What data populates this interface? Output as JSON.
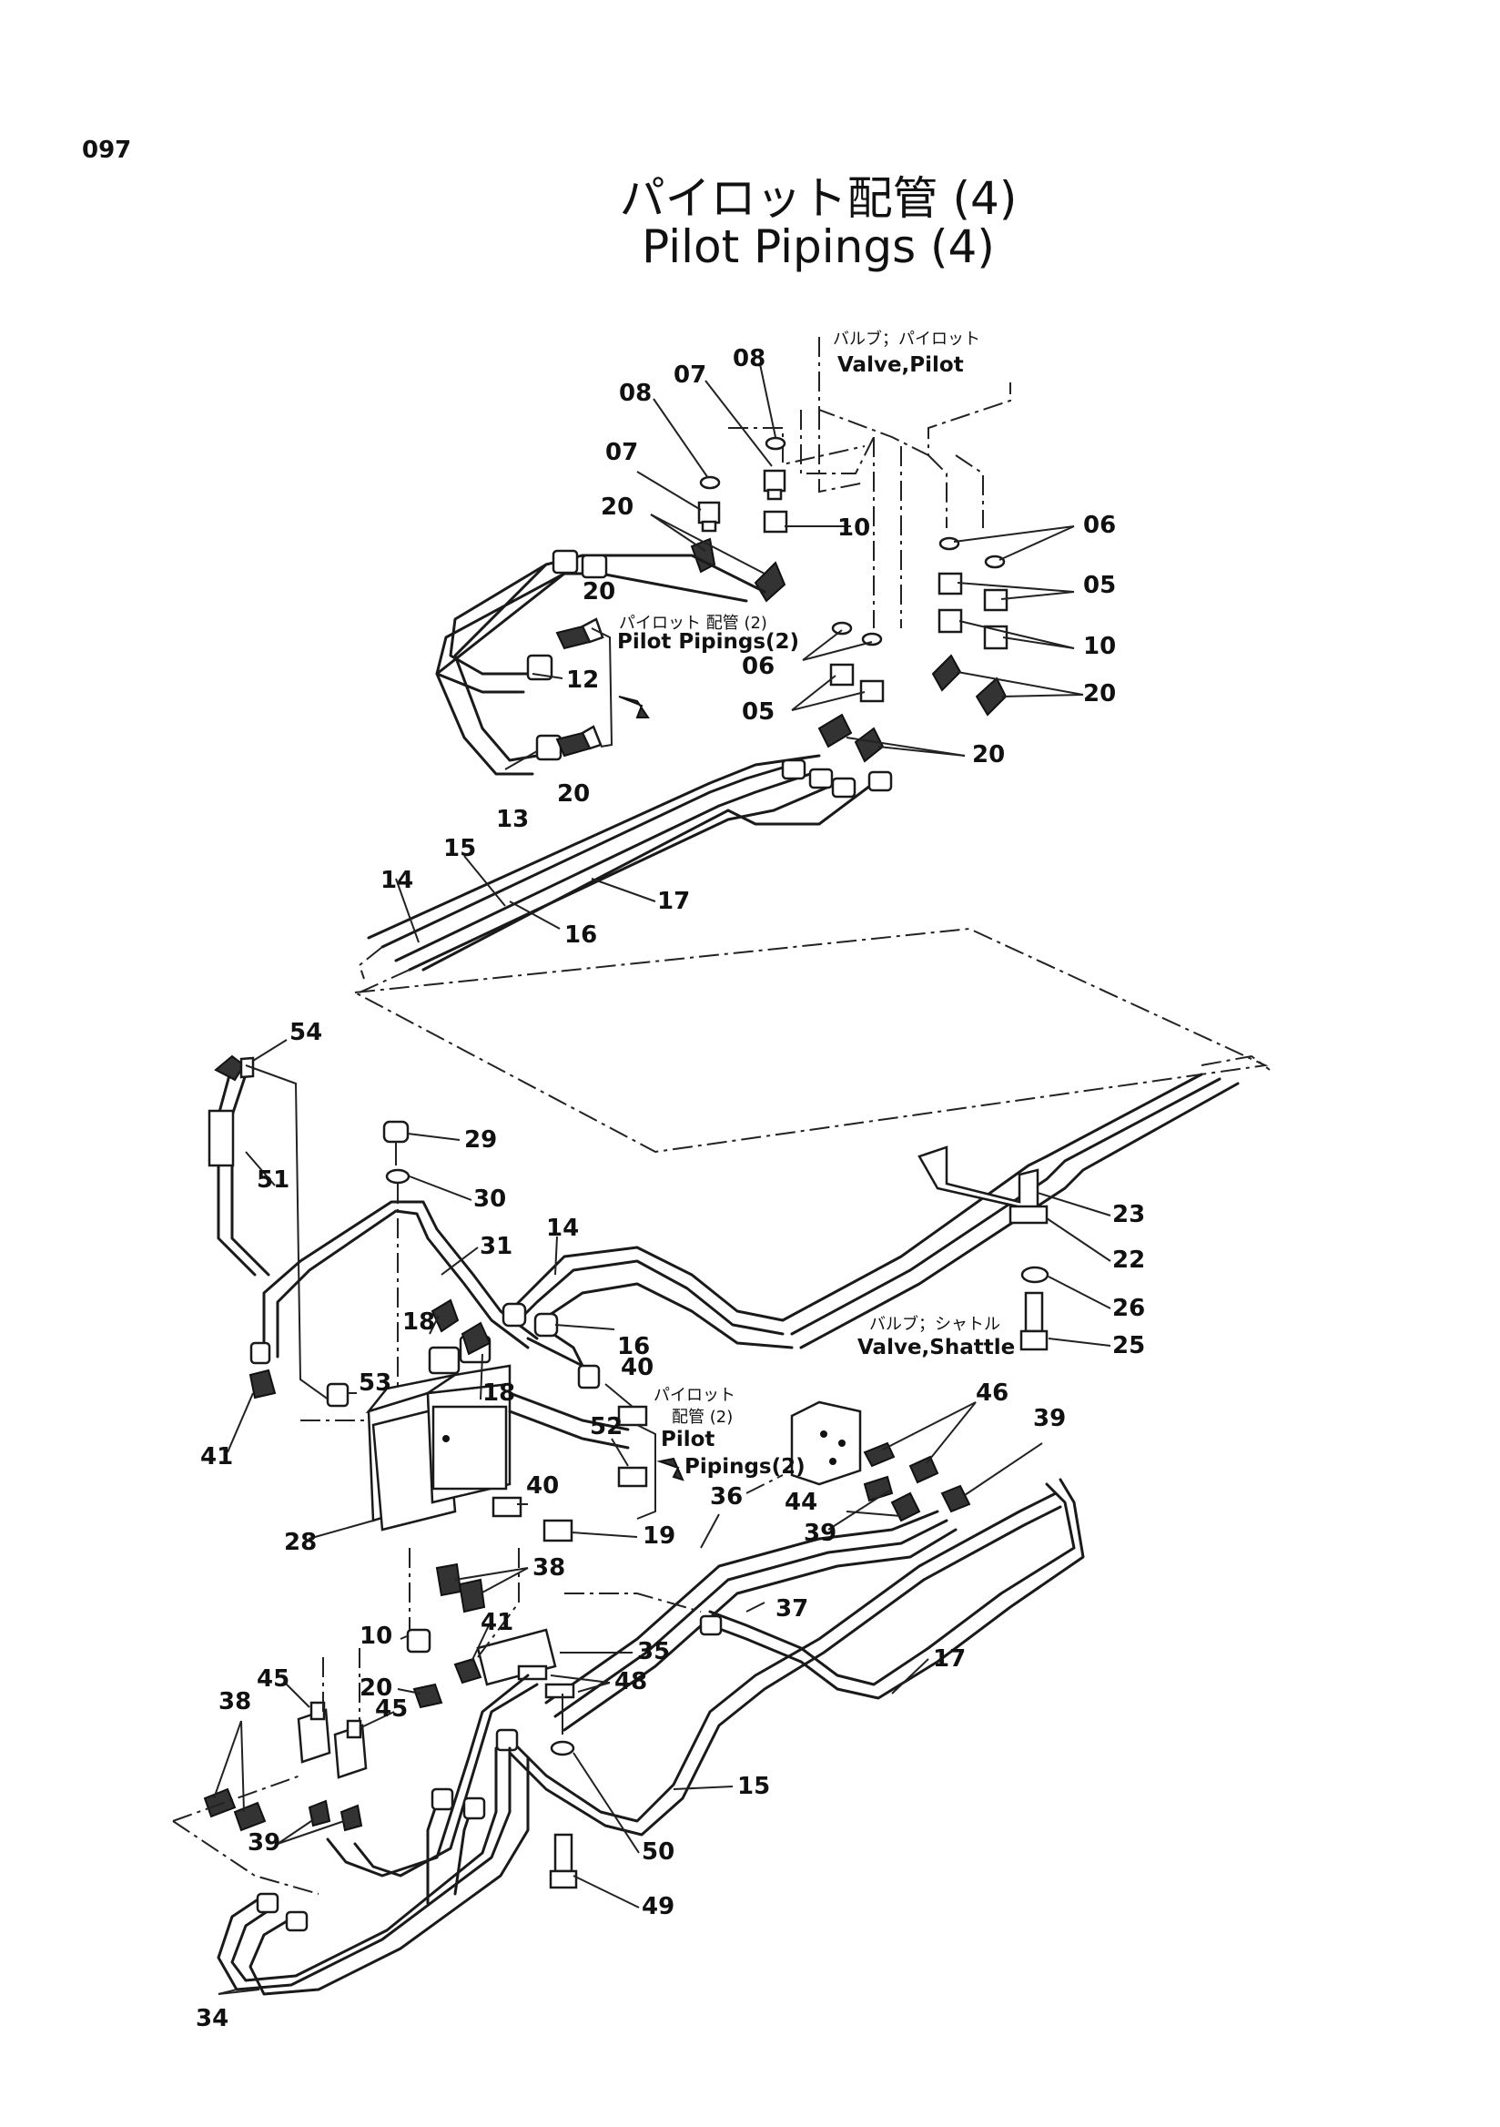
{
  "page_number": "097",
  "title_jp": "パイロット配管 (4)",
  "title_en": "Pilot Pipings (4)",
  "labels": {
    "valve_pilot_jp": "バルブ；パイロット",
    "valve_pilot_en": "Valve,Pilot",
    "pilot_pipings_upper_jp": "パイロット 配管 (2)",
    "pilot_pipings_upper_en": "Pilot Pipings(2)",
    "valve_shuttle_jp": "バルブ；シャトル",
    "valve_shuttle_en": "Valve,Shattle",
    "pilot_pipings_lower_jp1": "パイロット",
    "pilot_pipings_lower_jp2": "配管 (2)",
    "pilot_pipings_lower_en1": "Pilot",
    "pilot_pipings_lower_en2": "Pipings(2)"
  },
  "callouts": {
    "c08a": "08",
    "c07a": "07",
    "c08b": "08",
    "c07b": "07",
    "c20a": "20",
    "c10a": "10",
    "c20b": "20",
    "c12": "12",
    "c20c": "20",
    "c13": "13",
    "c06a": "06",
    "c05a": "05",
    "c10b": "10",
    "c20d": "20",
    "c06b": "06",
    "c05b": "05",
    "c20e": "20",
    "c15a": "15",
    "c14a": "14",
    "c17a": "17",
    "c16a": "16",
    "c54": "54",
    "c29": "29",
    "c30": "30",
    "c51": "51",
    "c31": "31",
    "c14b": "14",
    "c23": "23",
    "c22": "22",
    "c26": "26",
    "c25": "25",
    "c18a": "18",
    "c16b": "16",
    "c53": "53",
    "c18b": "18",
    "c40a": "40",
    "c41a": "41",
    "c52": "52",
    "c46": "46",
    "c39a": "39",
    "c28": "28",
    "c40b": "40",
    "c44": "44",
    "c36": "36",
    "c39b": "39",
    "c19": "19",
    "c38a": "38",
    "c37": "37",
    "c10c": "10",
    "c41b": "41",
    "c45a": "45",
    "c35": "35",
    "c38b": "38",
    "c20f": "20",
    "c45b": "45",
    "c48": "48",
    "c17b": "17",
    "c15b": "15",
    "c39c": "39",
    "c50": "50",
    "c49": "49",
    "c34": "34"
  }
}
